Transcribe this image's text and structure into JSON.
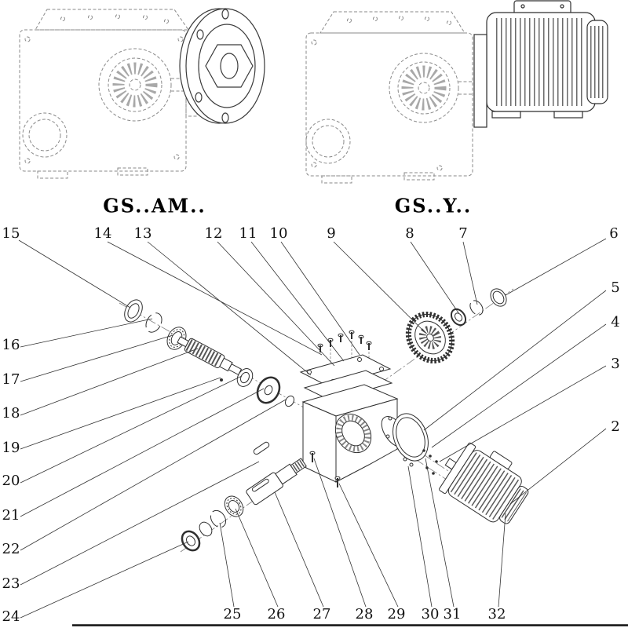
{
  "figure": {
    "kind": "gearbox exploded parts diagram",
    "models": {
      "left": "GS..AM..",
      "right": "GS..Y.."
    }
  },
  "callouts": {
    "top": [
      "15",
      "14",
      "13",
      "12",
      "11",
      "10",
      "9",
      "8",
      "7",
      "6"
    ],
    "left": [
      "16",
      "17",
      "18",
      "19",
      "20",
      "21",
      "22",
      "23",
      "24"
    ],
    "right": [
      "5",
      "4",
      "3",
      "2"
    ],
    "bottom": [
      "25",
      "26",
      "27",
      "28",
      "29",
      "30",
      "31",
      "32"
    ]
  }
}
